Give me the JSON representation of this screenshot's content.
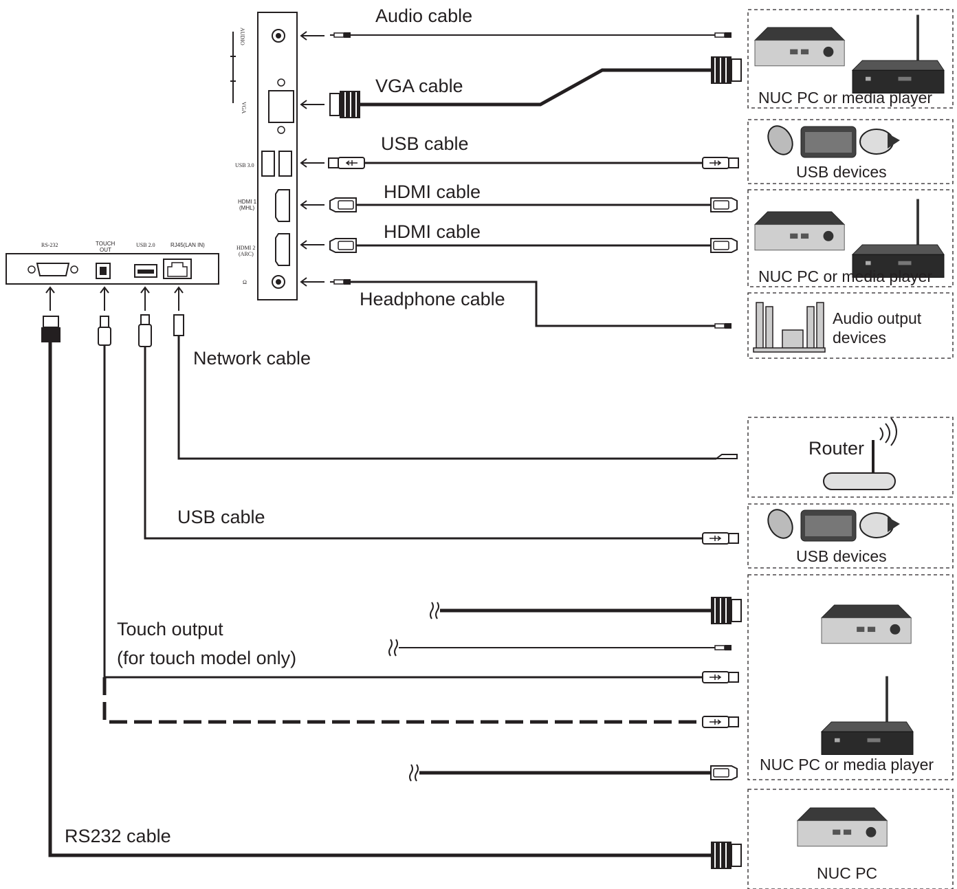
{
  "panel_ports": {
    "audio": "AUDIO",
    "vga": "VGA",
    "usb3": "USB 3.0",
    "hdmi1": [
      "HDMI 1",
      "(MHL)"
    ],
    "hdmi2": [
      "HDMI 2",
      "(ARC)"
    ]
  },
  "box_ports": {
    "rs232": "RS-232",
    "touch_out": [
      "TOUCH",
      "OUT"
    ],
    "usb2": "USB 2.0",
    "rj45": "RJ45(LAN IN)"
  },
  "cables": {
    "audio": "Audio cable",
    "vga": "VGA cable",
    "usb_top": "USB cable",
    "hdmi1": "HDMI cable",
    "hdmi2": "HDMI cable",
    "headphone": "Headphone cable",
    "network": "Network cable",
    "usb_bottom": "USB cable",
    "touch_output": [
      "Touch output",
      "(for touch model only)"
    ],
    "rs232": "RS232 cable"
  },
  "devices": {
    "nuc_media_1": "NUC PC or media player",
    "usb_devices_1": "USB devices",
    "nuc_media_2": "NUC PC or media player",
    "audio_output": [
      "Audio output",
      "devices"
    ],
    "router": "Router",
    "usb_devices_2": "USB devices",
    "nuc_media_3": "NUC PC or media player",
    "nuc_pc": "NUC PC"
  },
  "colors": {
    "line": "#231f20",
    "device_silver": "#c9c9c9",
    "device_dark": "#2a2a2a"
  }
}
